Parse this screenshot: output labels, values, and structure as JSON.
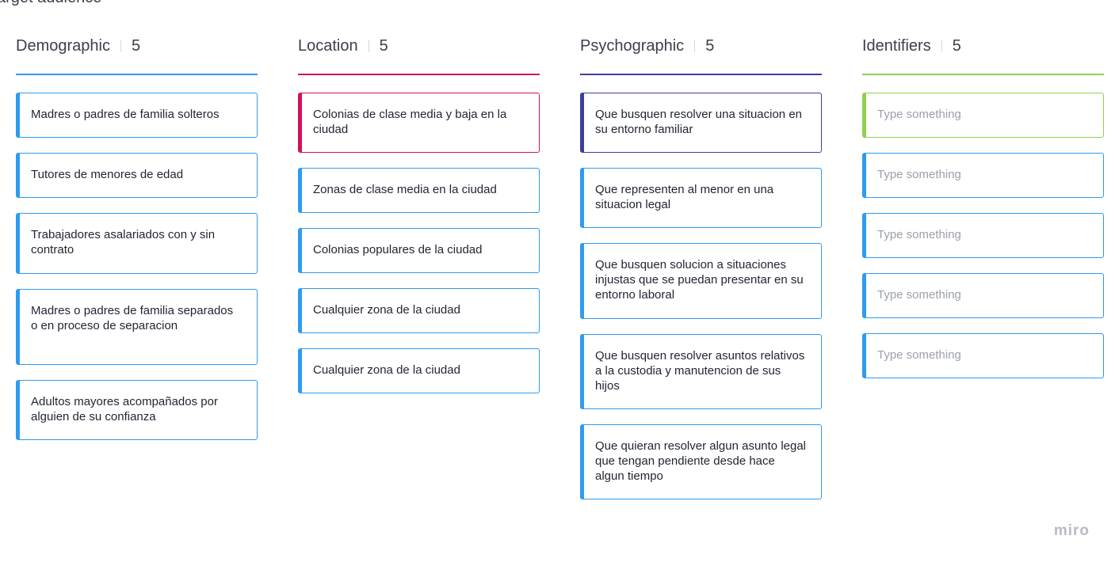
{
  "board": {
    "title": "Target audience"
  },
  "colors": {
    "demographic": "#2d9bf0",
    "location": "#d4105a",
    "psychographic": "#3c3f9e",
    "identifiers": "#8fd14f",
    "card_border": "#2d9bf0"
  },
  "columns": [
    {
      "title": "Demographic",
      "count": "5",
      "cards": [
        {
          "text": "Madres o padres de familia solteros"
        },
        {
          "text": "Tutores de menores de edad"
        },
        {
          "text": "Trabajadores asalariados con y sin contrato"
        },
        {
          "text": "Madres o padres de familia separados o en proceso de separacion"
        },
        {
          "text": "Adultos mayores acompañados por alguien de su confianza"
        }
      ]
    },
    {
      "title": "Location",
      "count": "5",
      "cards": [
        {
          "text": "Colonias de clase media y baja en la ciudad"
        },
        {
          "text": "Zonas de clase media en la ciudad"
        },
        {
          "text": "Colonias populares de la ciudad"
        },
        {
          "text": "Cualquier zona de la ciudad"
        },
        {
          "text": "Cualquier zona de la ciudad"
        }
      ]
    },
    {
      "title": "Psychographic",
      "count": "5",
      "cards": [
        {
          "text": "Que busquen resolver una situacion en su entorno familiar"
        },
        {
          "text": "Que representen al menor en una situacion legal"
        },
        {
          "text": "Que busquen solucion a situaciones injustas que se puedan presentar en su entorno laboral"
        },
        {
          "text": "Que busquen resolver asuntos relativos a la custodia y manutencion de sus hijos"
        },
        {
          "text": "Que quieran resolver algun asunto legal que tengan pendiente desde hace algun tiempo"
        }
      ]
    },
    {
      "title": "Identifiers",
      "count": "5",
      "cards": [
        {
          "placeholder": "Type something"
        },
        {
          "placeholder": "Type something"
        },
        {
          "placeholder": "Type something"
        },
        {
          "placeholder": "Type something"
        },
        {
          "placeholder": "Type something"
        }
      ]
    }
  ],
  "footer": {
    "logo": "miro"
  }
}
